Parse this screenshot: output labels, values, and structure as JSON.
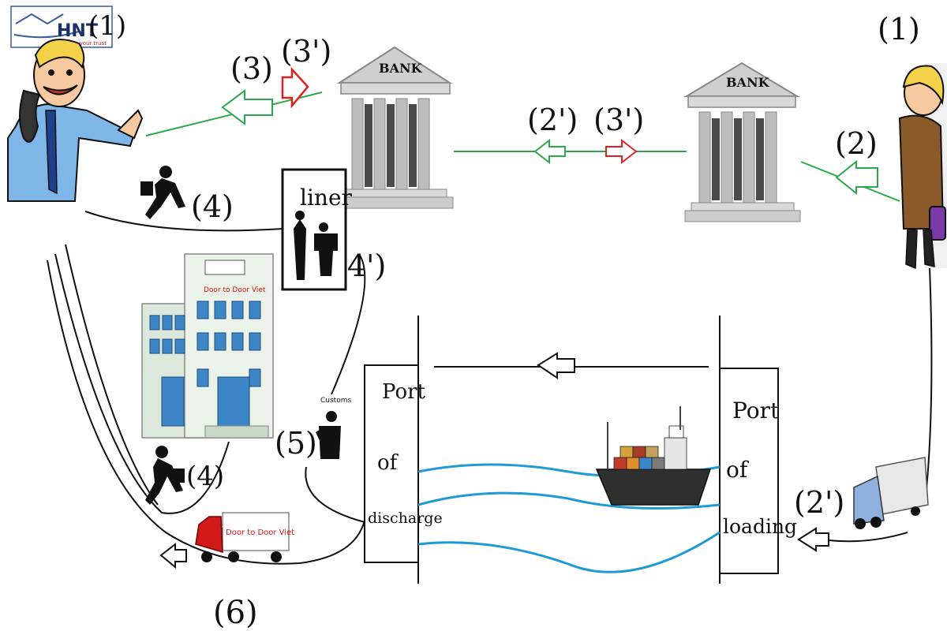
{
  "logo": {
    "text": "HNT",
    "tagline": "We are your trust"
  },
  "labels": {
    "step1_right": "(1)",
    "step1_left": "(1)",
    "step2": "(2)",
    "step2p_banks": "(2')",
    "step2p_loading": "(2')",
    "step3": "(3)",
    "step3p_left": "(3')",
    "step3p_banks": "(3')",
    "step4_top": "(4)",
    "step4p": "(4')",
    "step4_bottom": "(4)",
    "step5": "(5)",
    "step6": "(6)"
  },
  "banks": {
    "left": "BANK",
    "right": "BANK"
  },
  "liner": "liner",
  "customs": "Customs",
  "building_sign": "Door to Door Viet",
  "truck_sign": "Door to Door Viet",
  "port_discharge": {
    "line1": "Port",
    "line2": "of",
    "line3": "discharge"
  },
  "port_loading": {
    "line1": "Port",
    "line2": "of",
    "line3": "loading"
  },
  "colors": {
    "green": "#2aa84a",
    "red": "#e02020",
    "blue": "#1e9ad6",
    "black": "#111111"
  }
}
